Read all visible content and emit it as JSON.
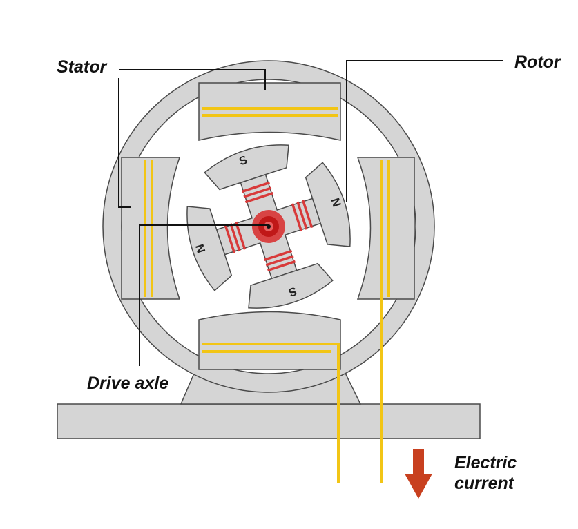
{
  "labels": {
    "stator": "Stator",
    "rotor": "Rotor",
    "drive_axle": "Drive axle",
    "electric_current_line1": "Electric",
    "electric_current_line2": "current"
  },
  "poles": {
    "top": "S",
    "right": "N",
    "bottom": "S",
    "left": "N"
  },
  "colors": {
    "body": "#d5d5d5",
    "outline": "#4a4a4a",
    "winding": "#f2c515",
    "rotor_coil": "#d83a3a",
    "axle": "#d21f1f",
    "arrow": "#c8401f"
  }
}
